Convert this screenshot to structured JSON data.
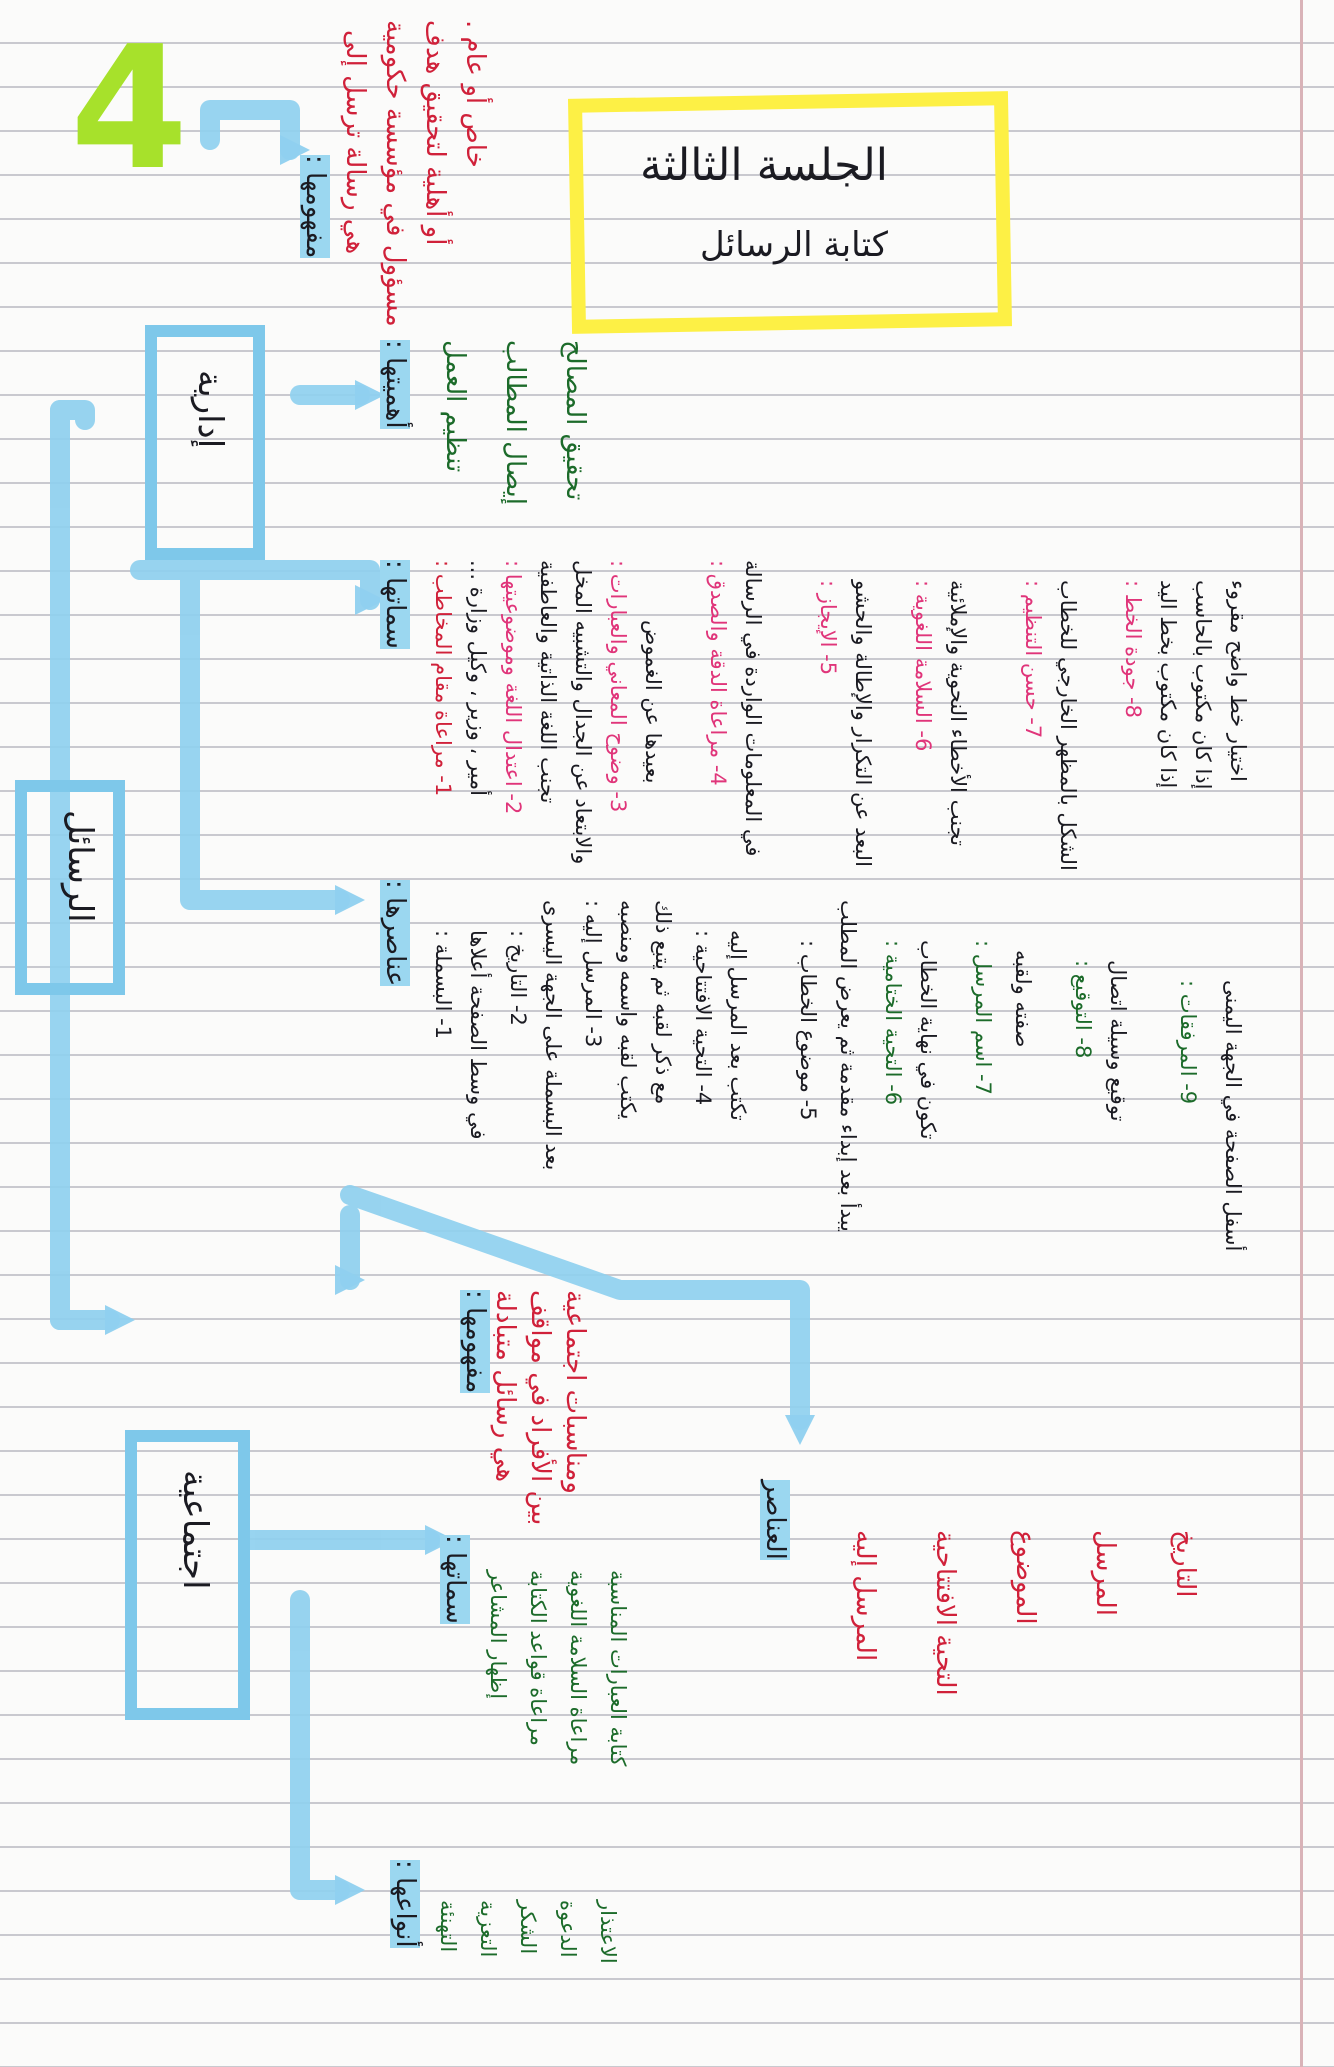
{
  "page_number": "4",
  "title_box": {
    "title": "الجلسة الثالثة",
    "subtitle": "كتابة الرسائل"
  },
  "root": "الرسائل",
  "admin": {
    "label": "إدارية",
    "definition_label": "مفهومها :",
    "definition_lines": [
      "هي رسالة ترسل إلى",
      "مسؤول في مؤسسة حكومية",
      "أو أهلية لتحقيق هدف",
      "خاص أو عام ."
    ],
    "goals_label": "أهميتها :",
    "goals": [
      "تنظيم العمل",
      "إيصال المطالب",
      "تحقيق المصالح"
    ],
    "features_label": "سماتها :",
    "features": [
      "1- مراعاة مقام المخاطب :",
      "أمير ، وزير ، وكيل وزارة ...",
      "2- اعتدال اللغة وموضوعيتها :",
      "تجنب اللغة الذاتية والعاطفية",
      "والابتعاد عن الجدال والتشبيه المخل",
      "3- وضوح المعاني والعبارات :",
      "بعيدها عن الغموض",
      "4- مراعاة الدقة والصدق :",
      "في المعلومات الواردة في الرسالة",
      "5- الإيجاز :",
      "البعد عن التكرار والإطالة والحشو",
      "6- السلامة اللغوية :",
      "تجنب الأخطاء النحوية والإملائية",
      "7- حسن التنظيم :",
      "الشكل بالمظهر الخارجي للخطاب",
      "8- جودة الخط :",
      "إذا كان مكتوب بخط اليد",
      "إذا كان مكتوب بالحاسب",
      "اختيار خط واضح مقروء"
    ],
    "elements_label": "عناصرها :",
    "elements": [
      "1- البسملة :",
      "في وسط الصفحة أعلاها",
      "2- التاريخ :",
      "بعد البسملة على الجهة اليسرى",
      "3- المرسل إليه :",
      "يكتب لقبه واسمه ومنصبه",
      "مع ذكر لقبه ثم يتبع ذلك",
      "4- التحية الافتتاحية :",
      "تكتب بعد المرسل إليه",
      "5- موضوع الخطاب :",
      "يبدأ بعد إبداء مقدمة ثم يعرض المطلب",
      "6- التحية الختامية :",
      "تكون في نهاية الخطاب",
      "7- اسم المرسل :",
      "صفته ولقبه",
      "8- التوقيع :",
      "توقيع وسيلة اتصال",
      "9- المرفقات :",
      "أسفل الصفحة في الجهة اليمنى"
    ]
  },
  "social": {
    "label": "اجتماعية",
    "definition_label": "مفهومها :",
    "definition_lines": [
      "هي رسائل متبادلة",
      "بين الأفراد في مواقف",
      "ومناسبات اجتماعية"
    ],
    "features_label": "سماتها :",
    "features": [
      "إظهار المشاعر",
      "مراعاة قواعد الكتابة",
      "مراعاة السلامة اللغوية",
      "كتابة العبارات المناسبة"
    ],
    "types_label": "أنواعها :",
    "types": [
      "التهنئة",
      "التعزية",
      "الشكر",
      "الدعوة",
      "الاعتذار"
    ],
    "elements_label": "العناصر",
    "elements": [
      "المرسل إليه",
      "التحية الافتتاحية",
      "الموضوع",
      "المرسل",
      "التاريخ"
    ]
  }
}
